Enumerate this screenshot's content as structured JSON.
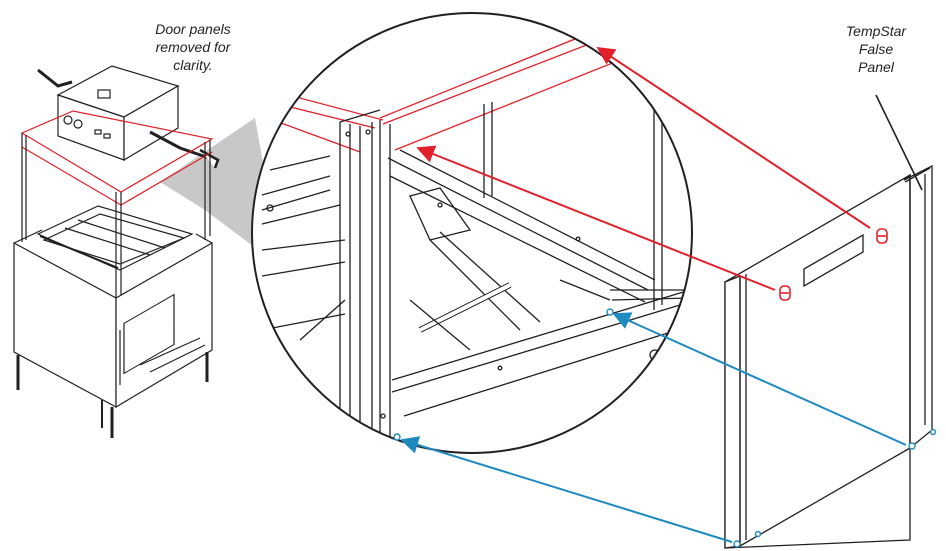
{
  "annotations": {
    "door_panels_note": "Door panels\nremoved for\nclarity.",
    "false_panel_note": "TempStar\nFalse\nPanel"
  },
  "colors": {
    "line_art": "#231f20",
    "highlight_red": "#e0202a",
    "arrow_blue": "#1f8ac0",
    "magnifier_shadow": "#c8c8c8"
  },
  "icons": [
    "magnifier-callout",
    "red-slot-marker",
    "blue-screw-marker",
    "arrow"
  ]
}
